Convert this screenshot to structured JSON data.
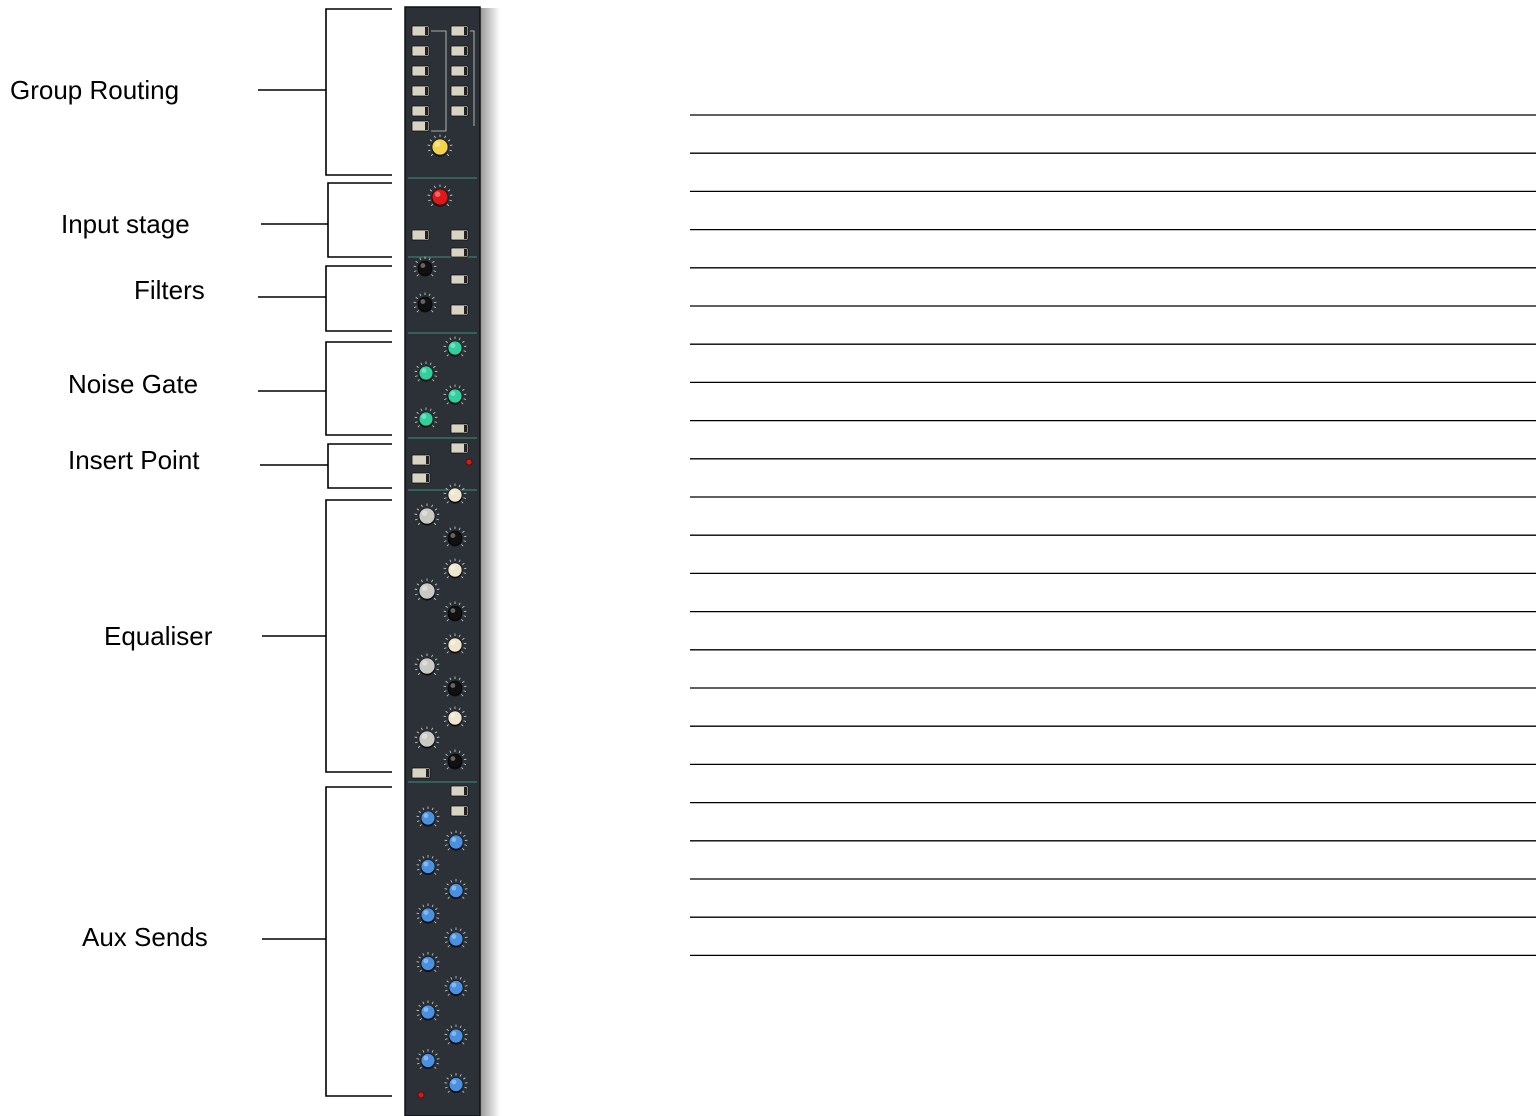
{
  "labels": [
    {
      "id": "group-routing",
      "text": "Group Routing"
    },
    {
      "id": "input-stage",
      "text": "Input stage"
    },
    {
      "id": "filters",
      "text": "Filters"
    },
    {
      "id": "noise-gate",
      "text": "Noise Gate"
    },
    {
      "id": "insert-point",
      "text": "Insert Point"
    },
    {
      "id": "equaliser",
      "text": "Equaliser"
    },
    {
      "id": "aux-sends",
      "text": "Aux Sends"
    }
  ],
  "answer_lines": {
    "count": 23
  },
  "colors": {
    "strip_body": "#2b3136",
    "knob_yellow": "#f0d44a",
    "knob_red": "#e01818",
    "knob_green": "#2fcf9e",
    "knob_cream": "#efe6cf",
    "knob_grey": "#c9c9c4",
    "knob_black": "#111111",
    "knob_blue": "#4a90e0",
    "button": "#d8d3c2",
    "led": "#d11a1a"
  }
}
